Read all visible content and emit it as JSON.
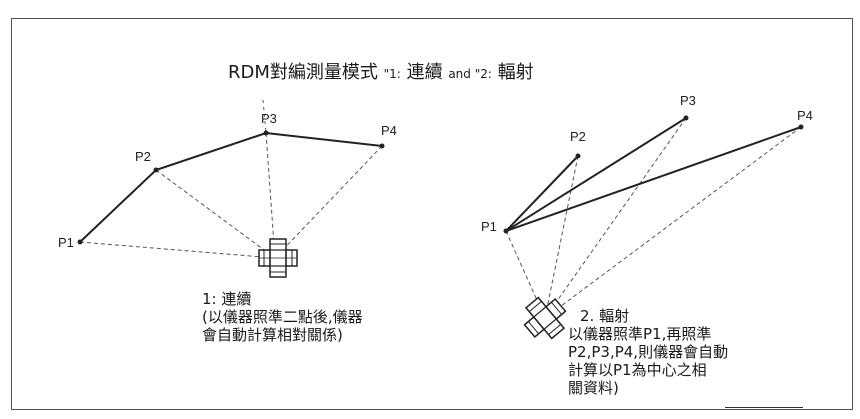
{
  "title": {
    "main": "RDM對編測量模式",
    "q1": "\"1:",
    "mode1": "連續",
    "and": "and \"2:",
    "mode2": "輻射"
  },
  "mode1_caption": {
    "heading": "1: 連續",
    "line1": "(以儀器照準二點後,儀器",
    "line2": "會自動計算相對關係)"
  },
  "mode2_caption": {
    "heading": "2. 輻射",
    "line1": "以儀器照準P1,再照準",
    "line2": "P2,P3,P4,則儀器會自動",
    "line3": "計算以P1為中心之相",
    "line4": "關資料)"
  },
  "points_left": {
    "p1": "P1",
    "p2": "P2",
    "p3": "P3",
    "p4": "P4"
  },
  "points_right": {
    "p1": "P1",
    "p2": "P2",
    "p3": "P3",
    "p4": "P4"
  },
  "colors": {
    "line": "#222222",
    "dashed": "#555555",
    "frame": "#555555"
  },
  "icons": {
    "instrument": "total-station-icon"
  }
}
